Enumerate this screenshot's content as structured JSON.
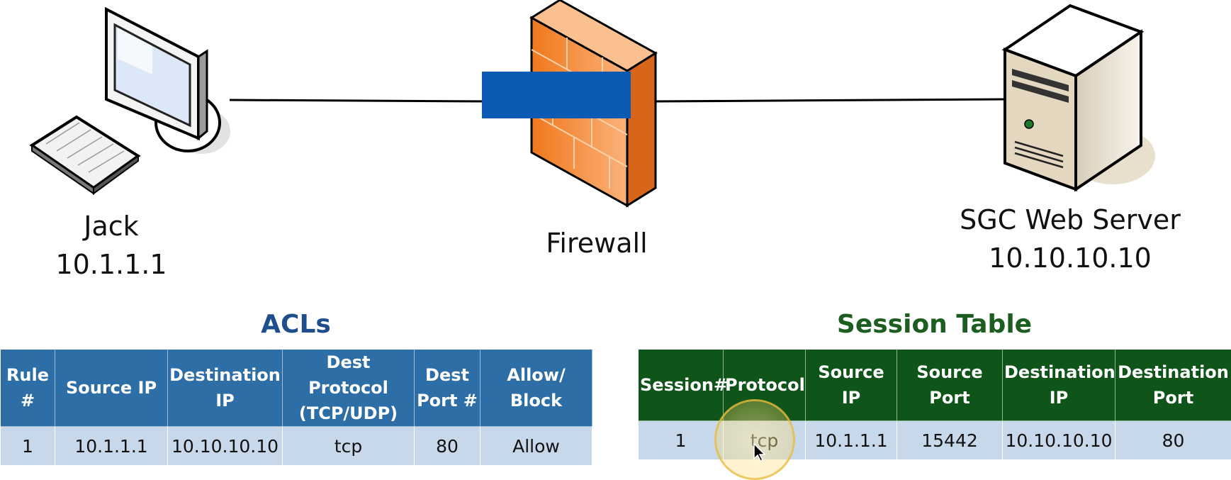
{
  "diagram": {
    "nodes": [
      {
        "id": "jack",
        "name": "Jack",
        "ip": "10.1.1.1",
        "icon": "desktop-computer-icon"
      },
      {
        "id": "firewall",
        "name": "Firewall",
        "icon": "firewall-icon"
      },
      {
        "id": "server",
        "name": "SGC Web Server",
        "ip": "10.10.10.10",
        "icon": "server-tower-icon"
      }
    ],
    "links": [
      {
        "from": "jack",
        "to": "firewall"
      },
      {
        "from": "firewall",
        "to": "server"
      }
    ],
    "packet_color": "#0b5ab4",
    "firewall_color": "#f58a2e"
  },
  "acl": {
    "title": "ACLs",
    "title_color": "#1f4e8c",
    "headers": [
      [
        "Rule",
        "#"
      ],
      [
        "Source IP"
      ],
      [
        "Destination",
        "IP"
      ],
      [
        "Dest Protocol",
        "(TCP/UDP)"
      ],
      [
        "Dest",
        "Port #"
      ],
      [
        "Allow/",
        "Block"
      ]
    ],
    "rows": [
      [
        "1",
        "10.1.1.1",
        "10.10.10.10",
        "tcp",
        "80",
        "Allow"
      ]
    ]
  },
  "session": {
    "title": "Session Table",
    "title_color": "#1b5e20",
    "headers": [
      [
        "Session#"
      ],
      [
        "Protocol"
      ],
      [
        "Source IP"
      ],
      [
        "Source",
        "Port"
      ],
      [
        "Destination",
        "IP"
      ],
      [
        "Destination",
        "Port"
      ]
    ],
    "rows": [
      [
        "1",
        "tcp",
        "10.1.1.1",
        "15442",
        "10.10.10.10",
        "80"
      ]
    ]
  }
}
